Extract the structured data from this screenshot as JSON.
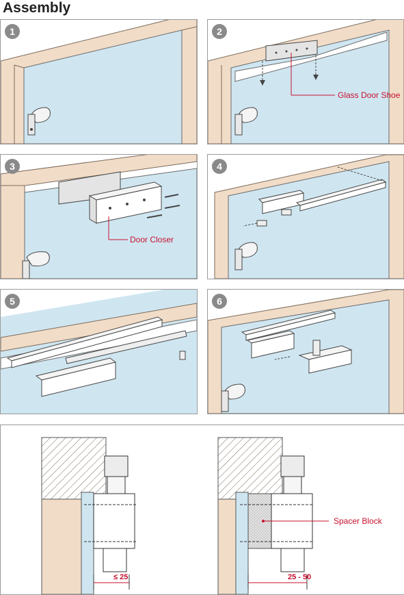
{
  "title": "Assembly",
  "steps": [
    {
      "number": "1"
    },
    {
      "number": "2",
      "label": "Glass Door Shoe"
    },
    {
      "number": "3",
      "label": "Door Closer"
    },
    {
      "number": "4"
    },
    {
      "number": "5"
    },
    {
      "number": "6"
    }
  ],
  "section": {
    "spacer_label": "Spacer Block",
    "dim_left": "≤ 25",
    "dim_right": "25 - 50"
  },
  "colors": {
    "glass": "#cfe6f1",
    "frame": "#f1dcc8",
    "wall": "#e9d2bc",
    "label_red": "#c8102e",
    "badge_gray": "#8a8a8a"
  }
}
